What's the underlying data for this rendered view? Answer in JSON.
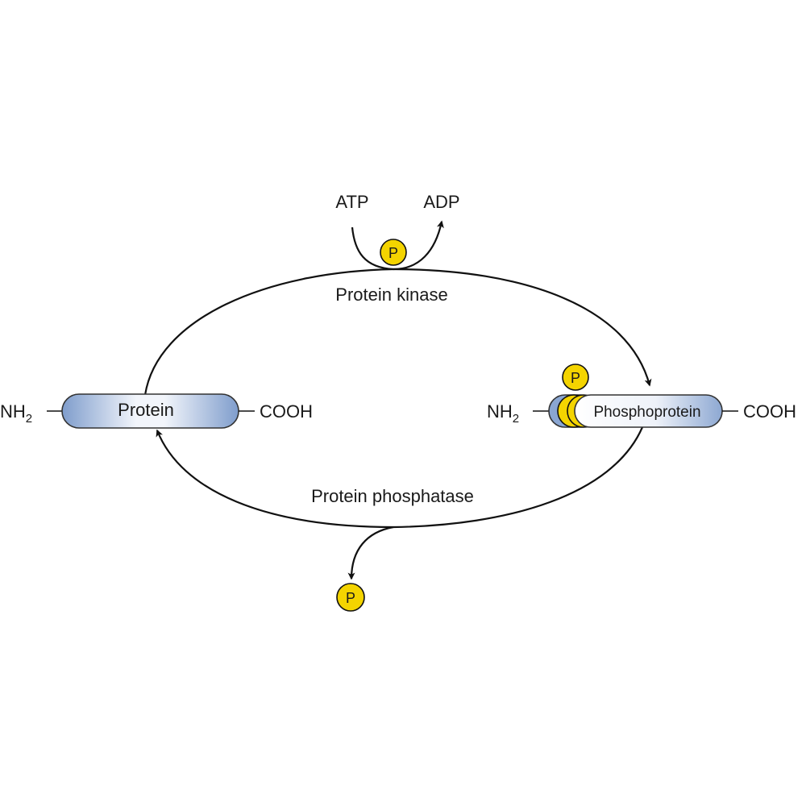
{
  "colors": {
    "phosphate": "#f4d400",
    "protein_light": "#f2f5fb",
    "protein_dark": "#7f9dcc",
    "line": "#111111"
  },
  "labels": {
    "atp": "ATP",
    "adp": "ADP",
    "kinase": "Protein kinase",
    "phosphatase": "Protein phosphatase",
    "protein": "Protein",
    "phosphoprotein": "Phosphoprotein",
    "nh2_main": "NH",
    "nh2_sub": "2",
    "cooh": "COOH",
    "phosphate": "P"
  }
}
